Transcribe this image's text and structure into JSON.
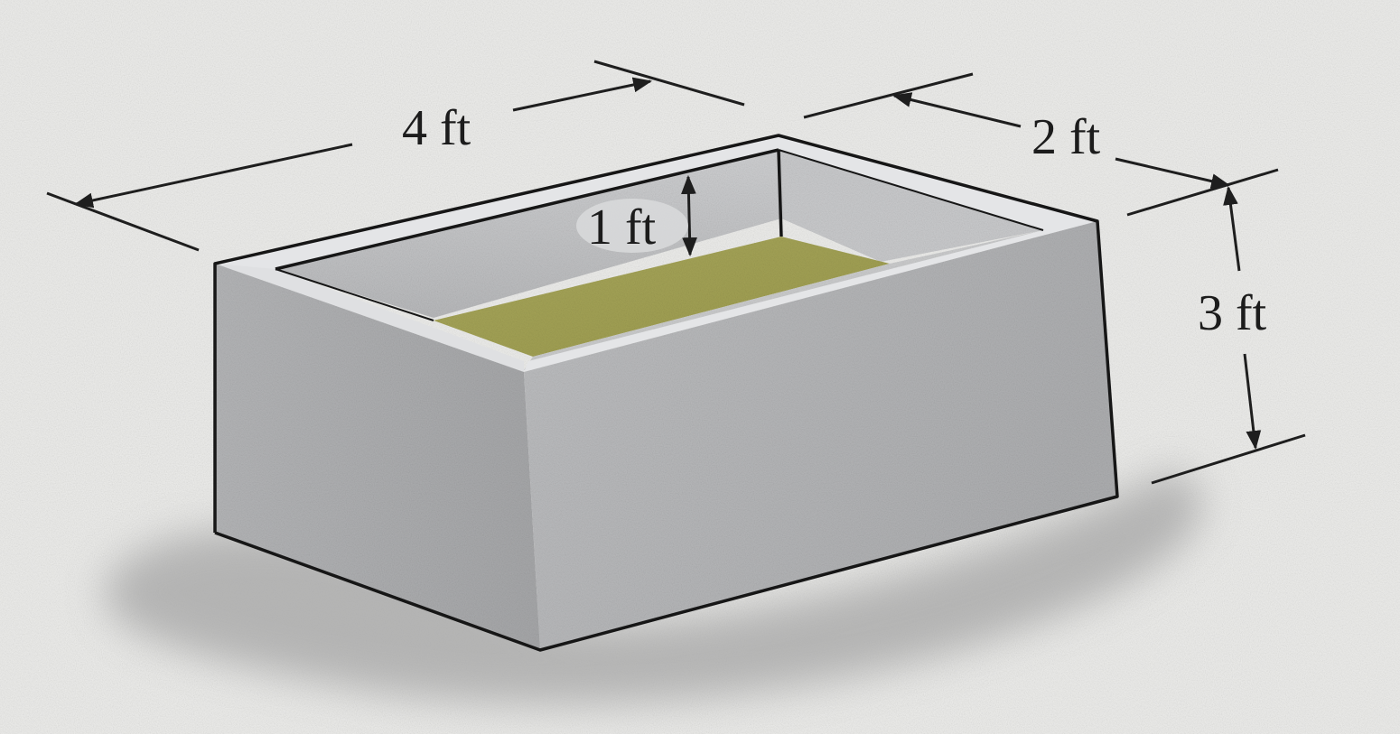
{
  "diagram": {
    "subject": "open rectangular box partially filled with liquid",
    "dimensions": {
      "length": "4 ft",
      "width": "2 ft",
      "height": "3 ft",
      "fill_depth_below_rim": "1 ft"
    }
  },
  "colors": {
    "background": "#ededeb",
    "box_front": "#b7b8ba",
    "box_side": "#aeafb1",
    "box_inner_wall": "#c2c3c5",
    "rim": "#e3e4e6",
    "liquid": "#a5a356",
    "shadow": "#9d9d9d",
    "lines": "#1e1e1e"
  }
}
